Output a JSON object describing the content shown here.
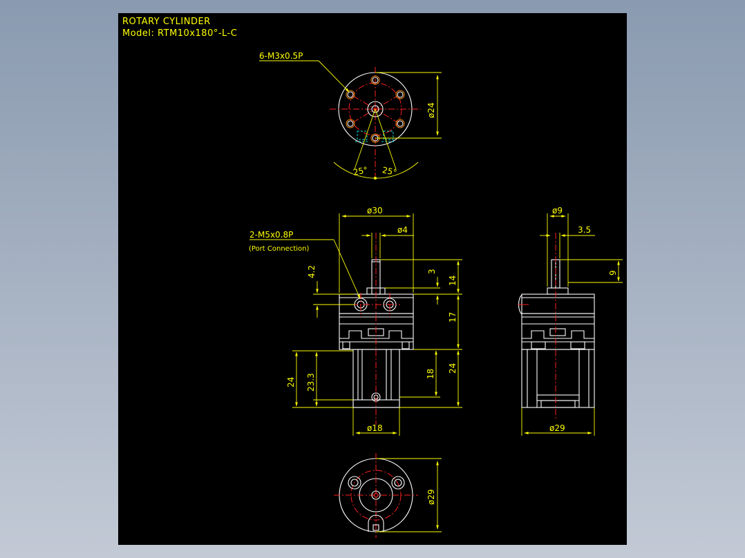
{
  "title": "ROTARY CYLINDER",
  "model": "Model: RTM10x180°-L-C",
  "colors": {
    "background": "#000000",
    "dimension": "#ffff00",
    "outline": "#ffffff",
    "centerline": "#ff2020",
    "hidden": "#00d8d8",
    "viewport": "#8a9ab0"
  },
  "top_view": {
    "hole_callout": "6-M3x0.5P",
    "diameter": "ø24",
    "angle_left": "25°",
    "angle_right": "25°"
  },
  "front_view": {
    "body_diameter": "ø30",
    "shaft_diameter": "ø4",
    "port_callout": "2-M5x0.8P",
    "port_note": "(Port Connection)",
    "dim_4_2": "4.2",
    "dim_3": "3",
    "dim_14": "14",
    "dim_17": "17",
    "dim_18": "18",
    "dim_24_right": "24",
    "dim_24_left": "24",
    "dim_23_3": "23.3",
    "bottom_diameter": "ø18"
  },
  "side_view": {
    "shaft_diameter": "ø9",
    "dim_3_5": "3.5",
    "dim_9": "9",
    "bottom_diameter": "ø29"
  },
  "bottom_view": {
    "diameter": "ø29"
  }
}
